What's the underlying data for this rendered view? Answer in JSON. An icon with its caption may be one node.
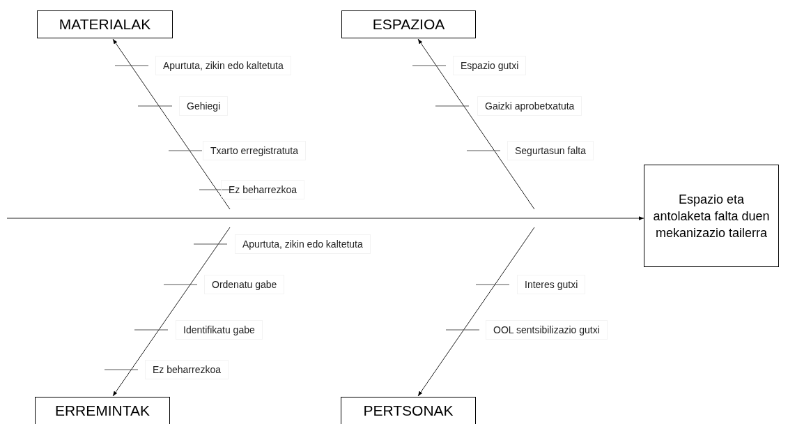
{
  "diagram": {
    "nodes": [
      {
        "text": [
          "MATERIALAK"
        ]
      },
      {
        "text": [
          "ESPAZIOA"
        ]
      },
      {
        "text": [
          "Espazio eta antolaketa falta duen mekanizazio tailerra"
        ]
      },
      {
        "text": [
          "ERREMINTAK"
        ]
      },
      {
        "text": [
          "PERTSONAK"
        ]
      }
    ],
    "edges": [
      {
        "from": null,
        "to": 2,
        "arrow": "to"
      },
      {
        "from": null,
        "to": 0,
        "arrow": "to"
      },
      {
        "from": null,
        "to": 1,
        "arrow": "to"
      },
      {
        "from": null,
        "to": 3,
        "arrow": "to"
      },
      {
        "from": null,
        "to": 4,
        "arrow": "to"
      }
    ],
    "labels": [
      "Apurtuta, zikin edo kaltetuta",
      "Espazio gutxi",
      "Gehiegi",
      "Gaizki aprobetxatuta",
      "Txarto erregistratuta",
      "Segurtasun falta",
      "Ez beharrezkoa",
      "Apurtuta, zikin edo kaltetuta",
      "Ordenatu gabe",
      "Interes gutxi",
      "Identifikatu gabe",
      "OOL sentsibilizazio gutxi",
      "Ez beharrezkoa"
    ]
  }
}
